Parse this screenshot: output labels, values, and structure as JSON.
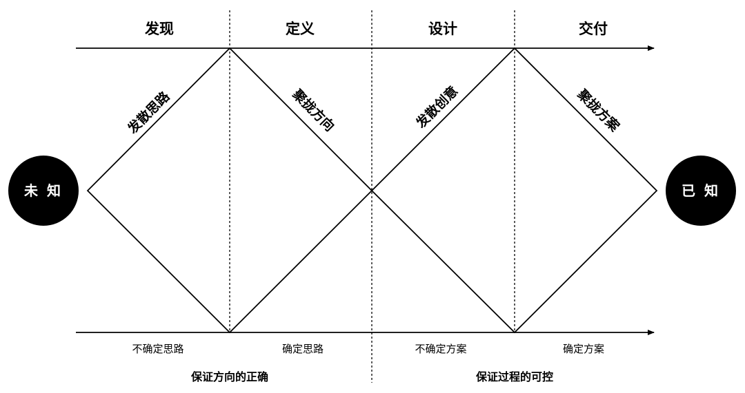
{
  "phases": [
    "发现",
    "定义",
    "设计",
    "交付"
  ],
  "diagonal_labels": [
    "发散思路",
    "聚拢方向",
    "发散创意",
    "聚拢方案"
  ],
  "start_circle": "未 知",
  "end_circle": "已 知",
  "bottom_labels": [
    "不确定思路",
    "确定思路",
    "不确定方案",
    "确定方案"
  ],
  "summaries": [
    "保证方向的正确",
    "保证过程的可控"
  ],
  "colors": {
    "ink": "#000000",
    "circle_fill": "#000000",
    "circle_text": "#ffffff",
    "background": "#ffffff"
  }
}
